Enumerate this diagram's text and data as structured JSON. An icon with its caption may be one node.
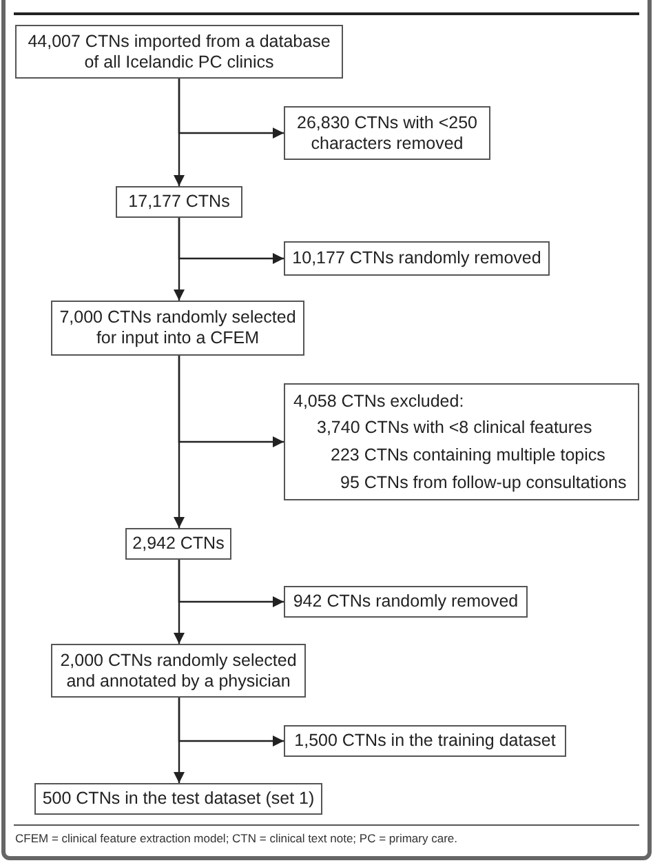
{
  "diagram": {
    "nodes": [
      {
        "text": [
          "44,007 CTNs imported from a database of all Icelandic PC clinics"
        ]
      },
      {
        "text": [
          "26,830 CTNs with <250 characters removed"
        ]
      },
      {
        "text": [
          "17,177 CTNs"
        ]
      },
      {
        "text": [
          "10,177 CTNs randomly removed"
        ]
      },
      {
        "text": [
          "7,000 CTNs randomly selected for input into a CFEM"
        ]
      },
      {
        "text": [
          "4,058 CTNs excluded:",
          "3,740 CTNs with <8 clinical features",
          "223 CTNs containing multiple topics",
          "95 CTNs from follow-up consultations"
        ]
      },
      {
        "text": [
          "2,942 CTNs"
        ]
      },
      {
        "text": [
          "942 CTNs randomly removed"
        ]
      },
      {
        "text": [
          "2,000 CTNs randomly selected and annotated by a physician"
        ]
      },
      {
        "text": [
          "1,500 CTNs in the training dataset"
        ]
      },
      {
        "text": [
          "500 CTNs in the test dataset (set 1)"
        ]
      }
    ],
    "edges": [
      {
        "from": 0,
        "to": 2,
        "arrow": "to"
      },
      {
        "from": 0,
        "to": 1,
        "arrow": "to"
      },
      {
        "from": 2,
        "to": 4,
        "arrow": "to"
      },
      {
        "from": 2,
        "to": 3,
        "arrow": "to"
      },
      {
        "from": 4,
        "to": 6,
        "arrow": "to"
      },
      {
        "from": 4,
        "to": 5,
        "arrow": "to"
      },
      {
        "from": 6,
        "to": 8,
        "arrow": "to"
      },
      {
        "from": 6,
        "to": 7,
        "arrow": "to"
      },
      {
        "from": 8,
        "to": 10,
        "arrow": "to"
      },
      {
        "from": 8,
        "to": 9,
        "arrow": "to"
      }
    ],
    "labels": [
      "CFEM = clinical feature extraction model; CTN = clinical text note; PC = primary care."
    ]
  }
}
